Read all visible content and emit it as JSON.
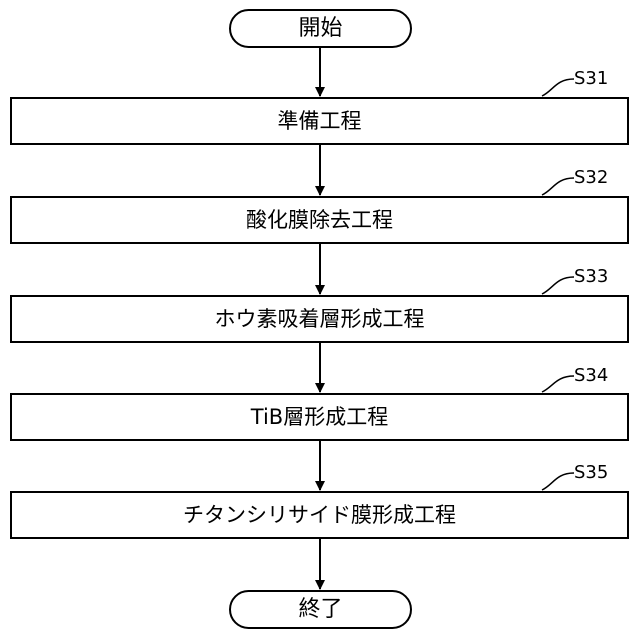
{
  "flowchart": {
    "start_label": "開始",
    "end_label": "終了",
    "steps": [
      {
        "id": "S31",
        "label": "準備工程"
      },
      {
        "id": "S32",
        "label": "酸化膜除去工程"
      },
      {
        "id": "S33",
        "label": "ホウ素吸着層形成工程"
      },
      {
        "id": "S34",
        "label": "TiB層形成工程"
      },
      {
        "id": "S35",
        "label": "チタンシリサイド膜形成工程"
      }
    ]
  }
}
